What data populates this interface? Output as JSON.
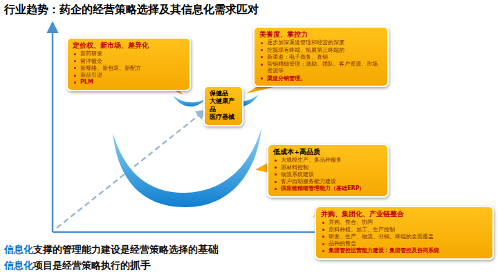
{
  "diagram": {
    "title": "行业趋势：药企的经营策略选择及其信息化需求匹对",
    "nodes": [
      {
        "text": [
          "定价权、新市场、差异化",
          "新药研发",
          "留洋镀金",
          "新规格、新包装、新配方",
          "新品引进",
          "PLM"
        ]
      },
      {
        "text": [
          "美誉度、掌控力",
          "逐步加深渠道管理和经营的深度",
          "挖掘现有终端、拓展第三终端的",
          "新渠道：电子商务、直销",
          "营销精细管理：激励、团队、客户资源、市场资源等",
          "渠道分销管理。"
        ]
      },
      {
        "text": [
          "保健品",
          "大健康产品",
          "医疗器械"
        ]
      },
      {
        "text": [
          "低成本+高品质",
          "大规模生产、多品种服务",
          "原材料控制",
          "物流系统建设",
          "客户自助服务能力建设",
          "供应链精细管理能力（基础ERP）"
        ]
      },
      {
        "text": [
          "并购、集团化、产业链整合",
          "并购、整合、协同",
          "原料种植、加工、生产控制",
          "研发、生产、物流、分销、终端的全面覆盖",
          "品种的整合",
          "集团管控运营能力建设：集团管控及协同系统"
        ]
      }
    ],
    "labels": [
      "信息化",
      "支撑的管理能力建设是经营策略选择的",
      "基础",
      "信息化",
      "项目是经营策略执行的",
      "抓手"
    ]
  }
}
